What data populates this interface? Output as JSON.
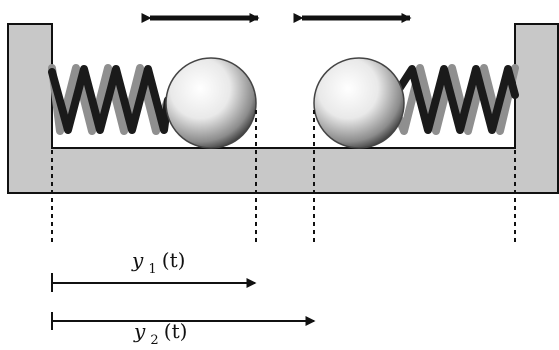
{
  "colors": {
    "trough_fill": "#c8c8c8",
    "outline": "#111111",
    "spring_front": "#1a1a1a",
    "spring_back": "#8f8f8f",
    "ball_light": "#ffffff",
    "ball_dark": "#2f2f2f",
    "arrow": "#111111",
    "background": "#ffffff"
  },
  "icons": {
    "left_motion": "double-headed-arrow",
    "right_motion": "double-headed-arrow"
  },
  "labels": {
    "y1": {
      "main": "y",
      "subscript": "1",
      "argument": "(t)"
    },
    "y2": {
      "main": "y",
      "subscript": "2",
      "argument": "(t)"
    }
  }
}
